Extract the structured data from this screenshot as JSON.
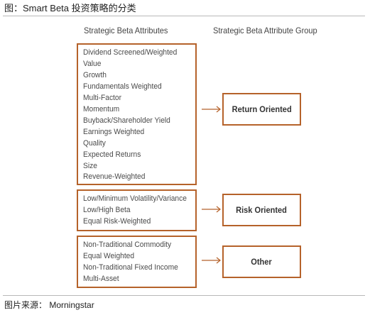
{
  "title": "图：Smart Beta 投资策略的分类",
  "headers": {
    "left": "Strategic Beta Attributes",
    "right": "Strategic Beta Attribute Group"
  },
  "groups": [
    {
      "label": "Return Oriented",
      "attributes": [
        "Dividend Screened/Weighted",
        "Value",
        "Growth",
        "Fundamentals Weighted",
        "Multi-Factor",
        "Momentum",
        "Buyback/Shareholder Yield",
        "Earnings Weighted",
        "Quality",
        "Expected Returns",
        "Size",
        "Revenue-Weighted"
      ]
    },
    {
      "label": "Risk Oriented",
      "attributes": [
        "Low/Minimum Volatility/Variance",
        "Low/High Beta",
        "Equal Risk-Weighted"
      ]
    },
    {
      "label": "Other",
      "attributes": [
        "Non-Traditional Commodity",
        "Equal Weighted",
        "Non-Traditional Fixed Income",
        "Multi-Asset"
      ]
    }
  ],
  "source": "图片来源： Morningstar",
  "colors": {
    "box_border": "#b5622a",
    "arrow": "#b5622a",
    "text": "#4a4a4a",
    "rule": "#b9b9b9"
  }
}
